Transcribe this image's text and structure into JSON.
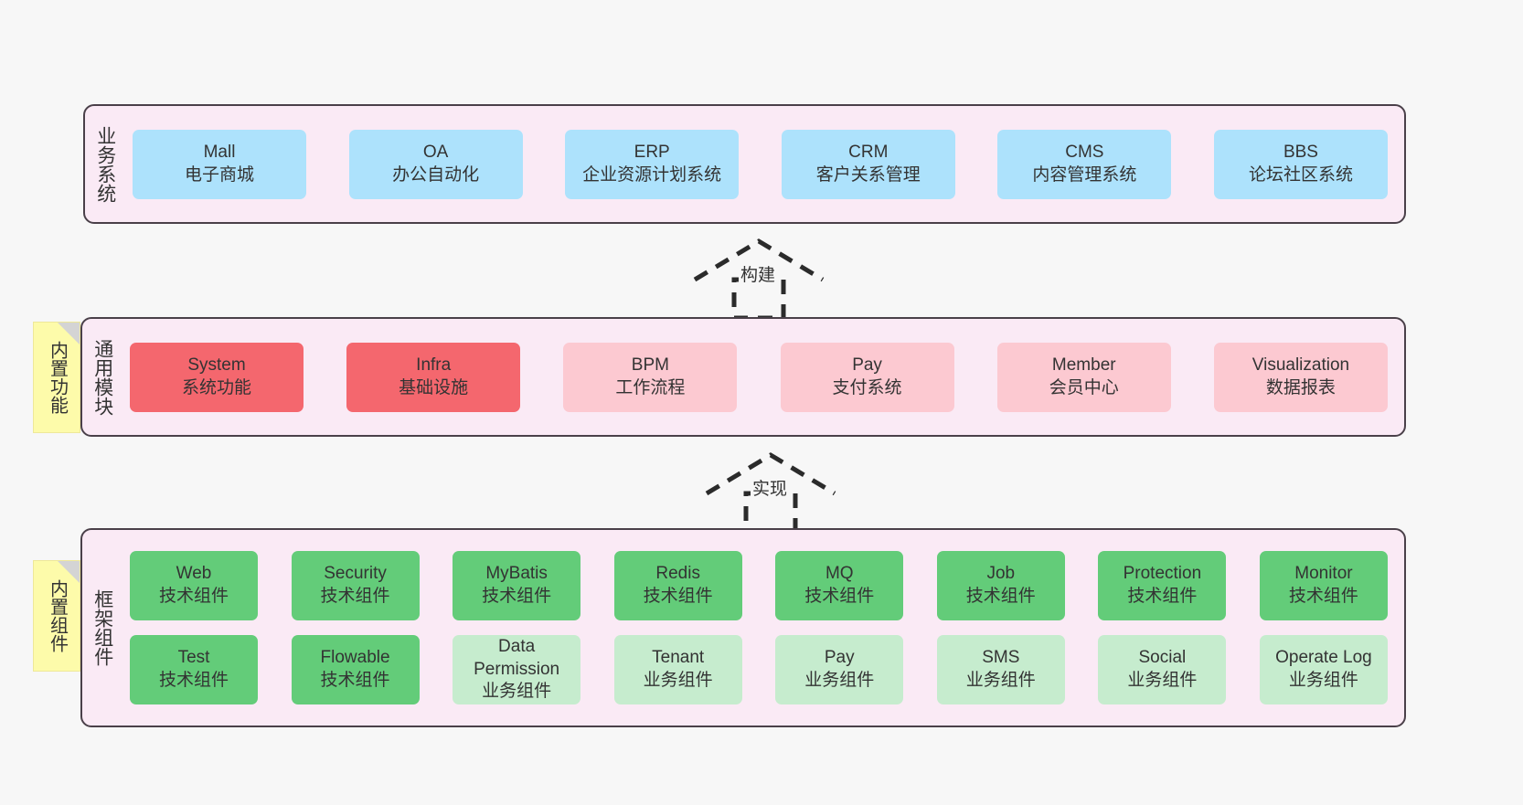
{
  "diagram": {
    "background_color": "#f7f7f7",
    "panel_color": "#faeaf5",
    "panel_border_color": "#4a4049",
    "note_color": "#fdfbaa"
  },
  "layers": [
    {
      "id": "business-system",
      "title": "业务系统",
      "note": null,
      "rows": [
        {
          "cards": [
            {
              "en": "Mall",
              "cn": "电子商城",
              "color": "#ade2fc",
              "style": "blue"
            },
            {
              "en": "OA",
              "cn": "办公自动化",
              "color": "#ade2fc",
              "style": "blue"
            },
            {
              "en": "ERP",
              "cn": "企业资源计划系统",
              "color": "#ade2fc",
              "style": "blue"
            },
            {
              "en": "CRM",
              "cn": "客户关系管理",
              "color": "#ade2fc",
              "style": "blue"
            },
            {
              "en": "CMS",
              "cn": "内容管理系统",
              "color": "#ade2fc",
              "style": "blue"
            },
            {
              "en": "BBS",
              "cn": "论坛社区系统",
              "color": "#ade2fc",
              "style": "blue"
            }
          ]
        }
      ]
    },
    {
      "id": "common-module",
      "title": "通用模块",
      "note": "内置功能",
      "rows": [
        {
          "cards": [
            {
              "en": "System",
              "cn": "系统功能",
              "color": "#f4676e",
              "style": "red"
            },
            {
              "en": "Infra",
              "cn": "基础设施",
              "color": "#f4676e",
              "style": "red"
            },
            {
              "en": "BPM",
              "cn": "工作流程",
              "color": "#fcc9d1",
              "style": "pink"
            },
            {
              "en": "Pay",
              "cn": "支付系统",
              "color": "#fcc9d1",
              "style": "pink"
            },
            {
              "en": "Member",
              "cn": "会员中心",
              "color": "#fcc9d1",
              "style": "pink"
            },
            {
              "en": "Visualization",
              "cn": "数据报表",
              "color": "#fcc9d1",
              "style": "pink"
            }
          ]
        }
      ]
    },
    {
      "id": "framework-component",
      "title": "框架组件",
      "note": "内置组件",
      "rows": [
        {
          "cards": [
            {
              "en": "Web",
              "cn": "技术组件",
              "color": "#63cc79",
              "style": "green"
            },
            {
              "en": "Security",
              "cn": "技术组件",
              "color": "#63cc79",
              "style": "green"
            },
            {
              "en": "MyBatis",
              "cn": "技术组件",
              "color": "#63cc79",
              "style": "green"
            },
            {
              "en": "Redis",
              "cn": "技术组件",
              "color": "#63cc79",
              "style": "green"
            },
            {
              "en": "MQ",
              "cn": "技术组件",
              "color": "#63cc79",
              "style": "green"
            },
            {
              "en": "Job",
              "cn": "技术组件",
              "color": "#63cc79",
              "style": "green"
            },
            {
              "en": "Protection",
              "cn": "技术组件",
              "color": "#63cc79",
              "style": "green"
            },
            {
              "en": "Monitor",
              "cn": "技术组件",
              "color": "#63cc79",
              "style": "green"
            }
          ]
        },
        {
          "cards": [
            {
              "en": "Test",
              "cn": "技术组件",
              "color": "#63cc79",
              "style": "green"
            },
            {
              "en": "Flowable",
              "cn": "技术组件",
              "color": "#63cc79",
              "style": "green"
            },
            {
              "en": "Data Permission",
              "cn": "业务组件",
              "color": "#c6ecce",
              "style": "greenlight",
              "wrap": true
            },
            {
              "en": "Tenant",
              "cn": "业务组件",
              "color": "#c6ecce",
              "style": "greenlight"
            },
            {
              "en": "Pay",
              "cn": "业务组件",
              "color": "#c6ecce",
              "style": "greenlight"
            },
            {
              "en": "SMS",
              "cn": "业务组件",
              "color": "#c6ecce",
              "style": "greenlight"
            },
            {
              "en": "Social",
              "cn": "业务组件",
              "color": "#c6ecce",
              "style": "greenlight"
            },
            {
              "en": "Operate Log",
              "cn": "业务组件",
              "color": "#c6ecce",
              "style": "greenlight"
            }
          ]
        }
      ]
    }
  ],
  "connectors": [
    {
      "id": "build",
      "label": "构建",
      "from": "common-module",
      "to": "business-system"
    },
    {
      "id": "implement",
      "label": "实现",
      "from": "framework-component",
      "to": "common-module"
    }
  ]
}
